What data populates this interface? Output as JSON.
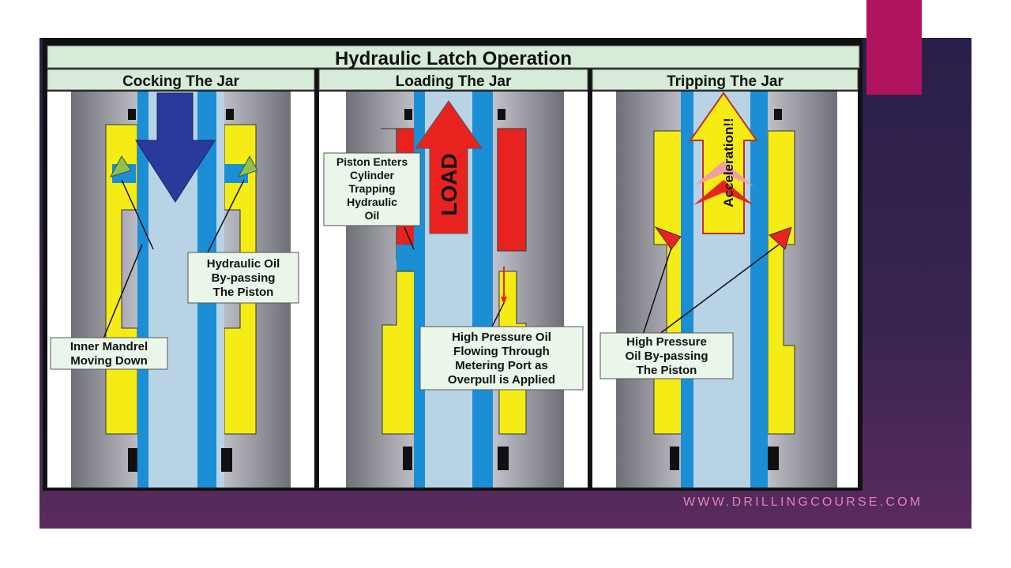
{
  "footer": {
    "url": "WWW.DRILLINGCOURSE.COM"
  },
  "diagram": {
    "title": "Hydraulic Latch Operation",
    "panels": [
      {
        "header": "Cocking The Jar"
      },
      {
        "header": "Loading The Jar"
      },
      {
        "header": "Tripping The Jar"
      }
    ],
    "callouts": {
      "bypass_oil": [
        "Hydraulic Oil",
        "By-passing",
        "The Piston"
      ],
      "inner_mandrel": [
        "Inner Mandrel",
        "Moving Down"
      ],
      "piston_enters": [
        "Piston Enters",
        "Cylinder",
        "Trapping",
        "Hydraulic",
        "Oil"
      ],
      "high_pressure_flow": [
        "High Pressure Oil",
        "Flowing Through",
        "Metering Port as",
        "Overpull is Applied"
      ],
      "high_pressure_bypass": [
        "High Pressure",
        "Oil By-passing",
        "The Piston"
      ]
    },
    "arrow_labels": {
      "load": "LOAD",
      "acceleration": "Acceleration!!"
    },
    "colors": {
      "header_fill": "#d6ecd8",
      "housing": "#8e8e98",
      "mandrel_bore": "#b9d3e6",
      "mandrel_wall": "#1a8fd6",
      "piston": "#f5ec16",
      "cylinder": "#e8231f",
      "down_arrow": "#2a3a9a",
      "seal": "#111111"
    }
  }
}
